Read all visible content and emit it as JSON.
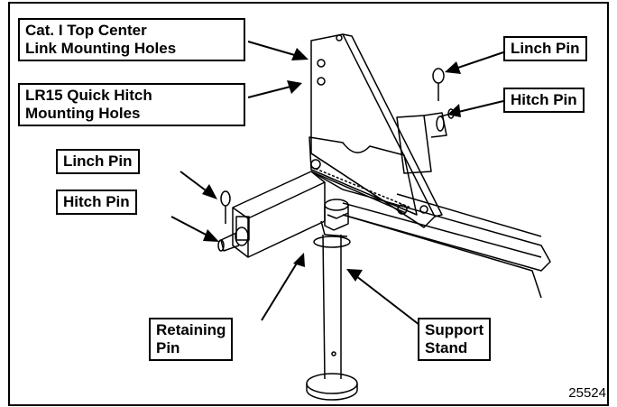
{
  "labels": {
    "top_link_line1": "Cat. I Top Center",
    "top_link_line2": "Link Mounting Holes",
    "lr15_line1": "LR15 Quick Hitch",
    "lr15_line2": "Mounting Holes",
    "linch_pin_right": "Linch Pin",
    "hitch_pin_right": "Hitch Pin",
    "linch_pin_left": "Linch Pin",
    "hitch_pin_left": "Hitch Pin",
    "retaining_line1": "Retaining",
    "retaining_line2": "Pin",
    "support_line1": "Support",
    "support_line2": "Stand"
  },
  "figure_number": "25524"
}
